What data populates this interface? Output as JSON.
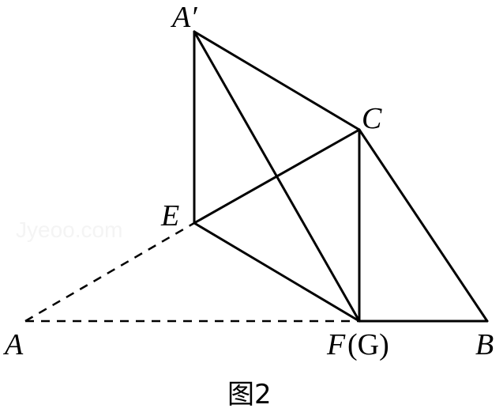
{
  "figure": {
    "caption": "图2",
    "watermark": "Jyeoo.com",
    "labels": {
      "A_prime": "A′",
      "C": "C",
      "E": "E",
      "A": "A",
      "F": "F",
      "G_paren": "(G)",
      "B": "B"
    },
    "solid_segments": [
      "A′E",
      "A′C",
      "A′F",
      "CE",
      "CF",
      "CB",
      "EF",
      "FB"
    ],
    "dashed_segments": [
      "AE",
      "AF"
    ]
  }
}
